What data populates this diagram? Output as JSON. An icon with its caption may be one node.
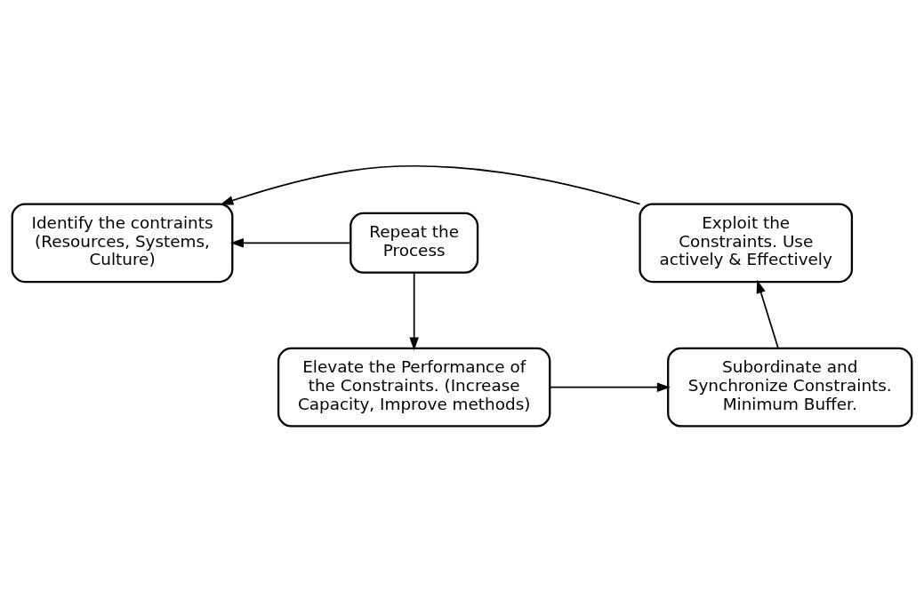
{
  "diagram": {
    "nodes": [
      {
        "text": [
          "Identify the contraints (Resources, Systems, Culture)"
        ]
      },
      {
        "text": [
          "Repeat the Process"
        ]
      },
      {
        "text": [
          "Exploit the Constraints. Use actively & Effectively"
        ]
      },
      {
        "text": [
          "Elevate the Performance of the Constraints. (Increase Capacity, Improve methods)"
        ]
      },
      {
        "text": [
          "Subordinate and Synchronize Constraints. Minimum Buffer."
        ]
      }
    ],
    "edges": [
      {
        "from": 2,
        "to": 0,
        "arrow": "to"
      },
      {
        "from": 1,
        "to": 0,
        "arrow": "to"
      },
      {
        "from": 1,
        "to": 3,
        "arrow": "to"
      },
      {
        "from": 3,
        "to": 4,
        "arrow": "to"
      },
      {
        "from": 4,
        "to": 2,
        "arrow": "to"
      }
    ]
  }
}
